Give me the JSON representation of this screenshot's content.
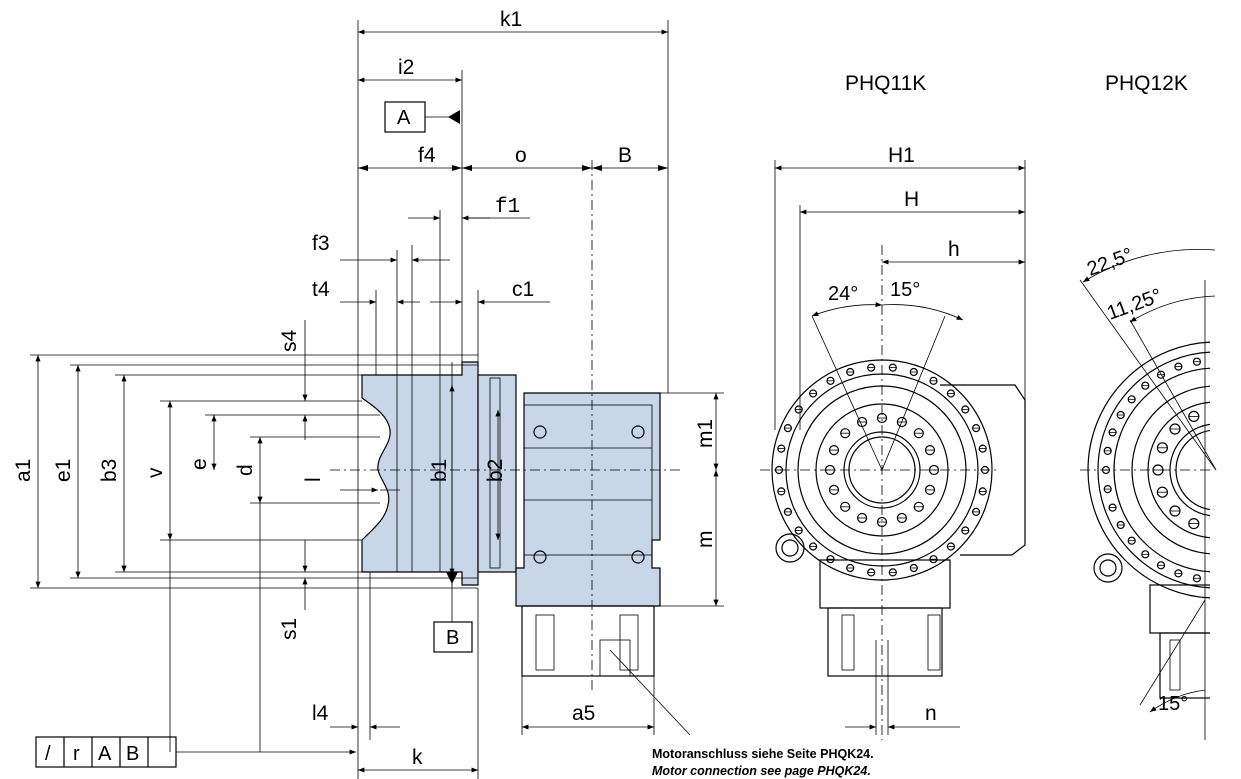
{
  "views": {
    "view1_title": "PHQ11K",
    "view2_title": "PHQ12K"
  },
  "dims": {
    "k1": "k1",
    "i2": "i2",
    "f4": "f4",
    "o": "o",
    "B": "B",
    "f1": "f1",
    "f3": "f3",
    "t4": "t4",
    "c1": "c1",
    "s4": "s4",
    "s1": "s1",
    "a1": "a1",
    "e1": "e1",
    "b3": "b3",
    "v": "v",
    "e": "e",
    "d": "d",
    "l": "l",
    "b1": "b1",
    "b2": "b2",
    "m1": "m1",
    "m": "m",
    "l4": "l4",
    "k": "k",
    "a5": "a5",
    "H1": "H1",
    "H": "H",
    "h": "h",
    "n": "n"
  },
  "datums": {
    "A": "A",
    "B": "B"
  },
  "tolerance_frame": {
    "symbol": "/",
    "value": "r",
    "ref1": "A",
    "ref2": "B"
  },
  "angles": {
    "v1_a": "24°",
    "v1_b": "15°",
    "v2_a": "22,5°",
    "v2_b": "11,25°",
    "v2_c": "15°"
  },
  "note": {
    "de": "Motoranschluss siehe Seite PHQK24.",
    "en": "Motor connection see page PHQK24."
  },
  "colors": {
    "body": "#c9d6e8",
    "line": "#000000"
  }
}
